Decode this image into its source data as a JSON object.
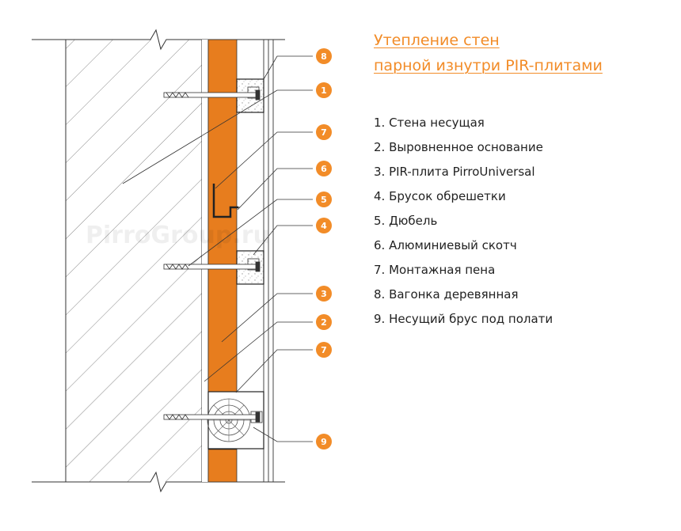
{
  "title": {
    "line1": "Утепление стен",
    "line2": "парной изнутри PIR-плитами"
  },
  "legend": [
    {
      "num": "1",
      "text": "1. Стена несущая"
    },
    {
      "num": "2",
      "text": "2. Выровненное основание"
    },
    {
      "num": "3",
      "text": "3. PIR-плита PirroUniversal"
    },
    {
      "num": "4",
      "text": "4. Брусок обрешетки"
    },
    {
      "num": "5",
      "text": "5. Дюбель"
    },
    {
      "num": "6",
      "text": "6. Алюминиевый скотч"
    },
    {
      "num": "7",
      "text": "7. Монтажная пена"
    },
    {
      "num": "8",
      "text": "8. Вагонка деревянная"
    },
    {
      "num": "9",
      "text": "9. Несущий брус под полати"
    }
  ],
  "callouts": [
    "8",
    "1",
    "7",
    "6",
    "5",
    "4",
    "3",
    "2",
    "7",
    "9"
  ],
  "watermark": "PirroGroup.ru",
  "colors": {
    "accent": "#f28c28",
    "insulation": "#e77d1e",
    "line": "#333333",
    "title": "#f28c28"
  }
}
